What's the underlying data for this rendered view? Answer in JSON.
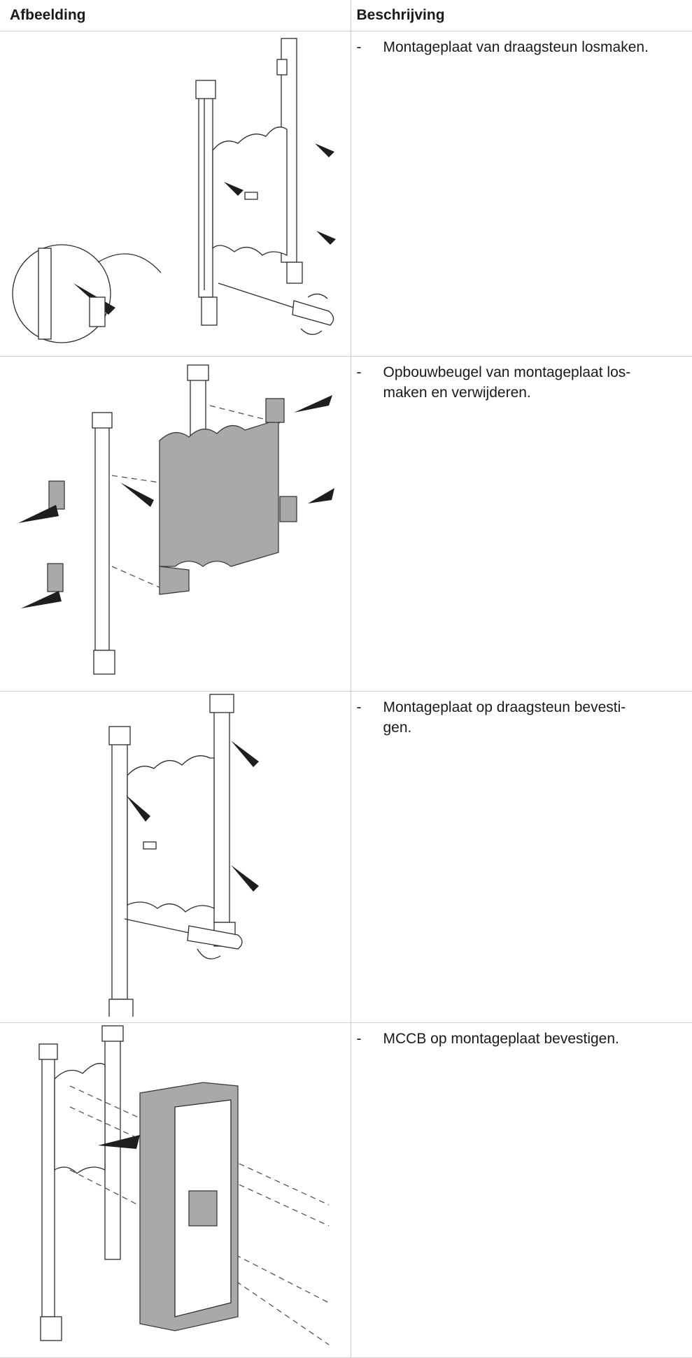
{
  "table": {
    "header": {
      "image_col": "Afbeelding",
      "description_col": "Beschrijving"
    },
    "rows": [
      {
        "dash": "-",
        "text": "Montageplaat van draagsteun losmaken."
      },
      {
        "dash": "-",
        "text": "Opbouwbeugel van montageplaat los-\nmaken en verwijderen."
      },
      {
        "dash": "-",
        "text": "Montageplaat op draagsteun bevesti-\ngen."
      },
      {
        "dash": "-",
        "text": "MCCB op montageplaat bevestigen."
      }
    ]
  }
}
